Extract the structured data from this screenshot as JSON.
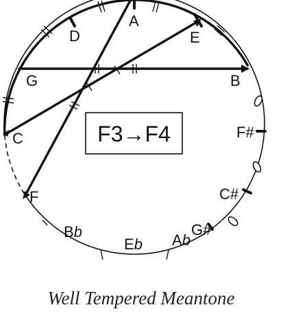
{
  "notes": {
    "A": "A",
    "D": "D",
    "E": "E",
    "G": "G",
    "B": "B",
    "C": "C",
    "F": "F",
    "Fsharp": "F#",
    "Csharp": "C#",
    "Gsharp": "G#",
    "Bb": {
      "base": "B",
      "accidental": "b"
    },
    "Eb": {
      "base": "E",
      "accidental": "b"
    },
    "Ab": {
      "base": "A",
      "accidental": "b"
    }
  },
  "center_label": "F3→F4",
  "caption": "Well Tempered Meantone",
  "colors": {
    "ink": "#111111",
    "background": "#ffffff"
  }
}
